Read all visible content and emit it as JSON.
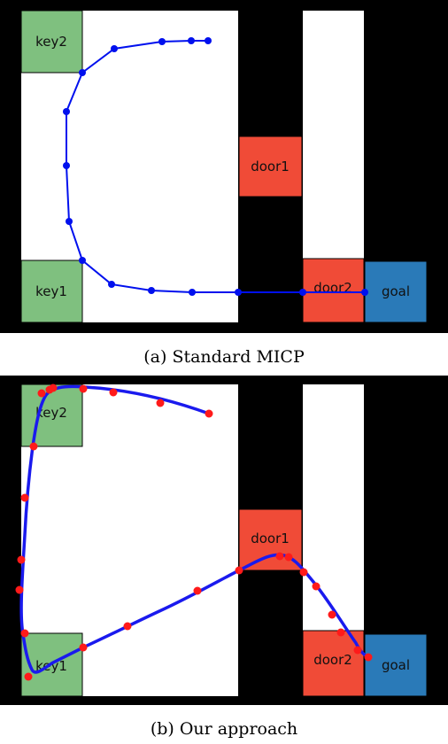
{
  "panels": [
    {
      "caption": "(a) Standard MICP",
      "regions": [
        {
          "id": "key2",
          "label": "key2",
          "color": "#7fc07f"
        },
        {
          "id": "key1",
          "label": "key1",
          "color": "#7fc07f"
        },
        {
          "id": "door1",
          "label": "door1",
          "color": "#f04b37"
        },
        {
          "id": "door2",
          "label": "door2",
          "color": "#f04b37"
        },
        {
          "id": "goal",
          "label": "goal",
          "color": "#2a7ab8"
        }
      ],
      "path_color": "#0010ee",
      "point_color": "#0010ee"
    },
    {
      "caption": "(b) Our approach",
      "regions": [
        {
          "id": "key2",
          "label": "key2",
          "color": "#7fc07f"
        },
        {
          "id": "key1",
          "label": "key1",
          "color": "#7fc07f"
        },
        {
          "id": "door1",
          "label": "door1",
          "color": "#f04b37"
        },
        {
          "id": "door2",
          "label": "door2",
          "color": "#f04b37"
        },
        {
          "id": "goal",
          "label": "goal",
          "color": "#2a7ab8"
        }
      ],
      "path_color": "#1a1aee",
      "point_color": "#ff1a1a"
    }
  ],
  "colors": {
    "background": "#000000",
    "free_space": "#ffffff"
  }
}
